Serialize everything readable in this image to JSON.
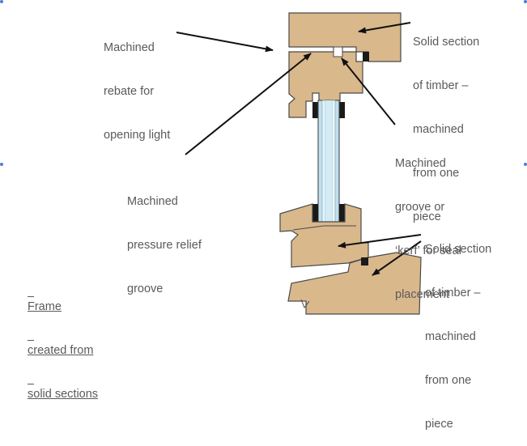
{
  "labels": {
    "rebate": [
      "Machined",
      "rebate for",
      "opening light"
    ],
    "solid_top": [
      "Solid section",
      "of timber –",
      "machined",
      "from one",
      "piece"
    ],
    "groove": [
      "Machined",
      "groove or",
      "‘kerf’ for seal",
      "placement"
    ],
    "relief": [
      "Machined",
      "pressure relief",
      "groove"
    ],
    "solid_bottom": [
      "Solid section",
      "of timber –",
      "machined",
      "from one",
      "piece"
    ],
    "frame": [
      "Frame",
      "created from",
      "solid sections"
    ]
  },
  "colors": {
    "timber": "#d9b88c",
    "timber_stroke": "#4a4a4a",
    "glass": "#bfe0ee",
    "glass_edge": "#e8f6fb",
    "seal": "#1a1a1a",
    "arrow": "#111111",
    "text": "#5a5a5a",
    "selection_handle": "#4a7fd0"
  }
}
